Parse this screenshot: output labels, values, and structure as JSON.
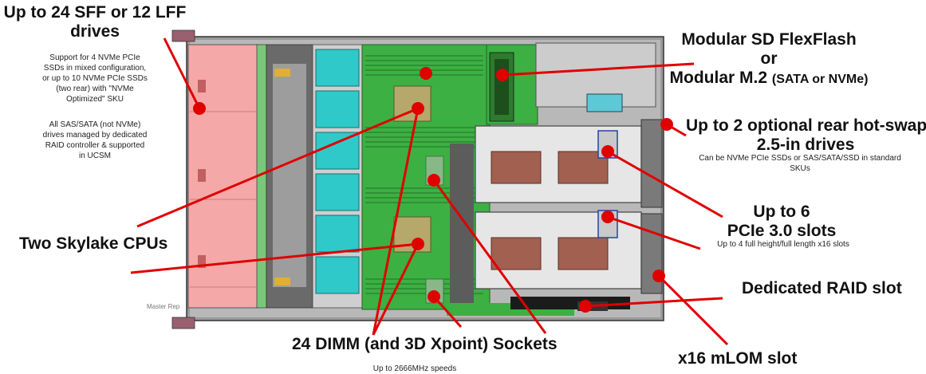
{
  "callouts": {
    "drives": {
      "title_line1": "Up to 24 SFF or 12 LFF",
      "title_line2": "drives",
      "note1_line1": "Support for 4 NVMe PCIe",
      "note1_line2": "SSDs in mixed configuration,",
      "note1_line3": "or up to 10 NVMe PCIe SSDs",
      "note1_line4": "(two rear) with \"NVMe",
      "note1_line5": "Optimized\" SKU",
      "note2_line1": "All SAS/SATA (not NVMe)",
      "note2_line2": "drives managed by dedicated",
      "note2_line3": "RAID controller & supported",
      "note2_line4": "in UCSM"
    },
    "cpus": {
      "title": "Two Skylake CPUs"
    },
    "dimm": {
      "title": "24 DIMM (and 3D Xpoint) Sockets",
      "note": "Up to 2666MHz speeds"
    },
    "flexflash": {
      "line1": "Modular SD FlexFlash",
      "line2": "or",
      "line3": "Modular M.2",
      "line3_suffix": "(SATA or NVMe)"
    },
    "rear_drives": {
      "line1": "Up to 2 optional rear hot-swap",
      "line2": "2.5-in drives",
      "note_line1": "Can be NVMe PCIe SSDs or SAS/SATA/SSD in standard",
      "note_line2": "SKUs"
    },
    "pcie": {
      "line1": "Up to 6",
      "line2": "PCIe 3.0 slots",
      "note": "Up to 4 full height/full length x16 slots"
    },
    "raid": {
      "title": "Dedicated RAID slot"
    },
    "mlom": {
      "title": "x16 mLOM slot"
    }
  },
  "board_marks": {
    "master_rep": "Master Rep"
  },
  "colors": {
    "callout_line": "#e00000",
    "drive_bay": "#f4a8a8",
    "fan": "#2fc9c9",
    "motherboard": "#3cb043",
    "riser": "#e6e6e6",
    "pcie_card": "#a26050",
    "chassis_gray": "#8c8c8c"
  }
}
